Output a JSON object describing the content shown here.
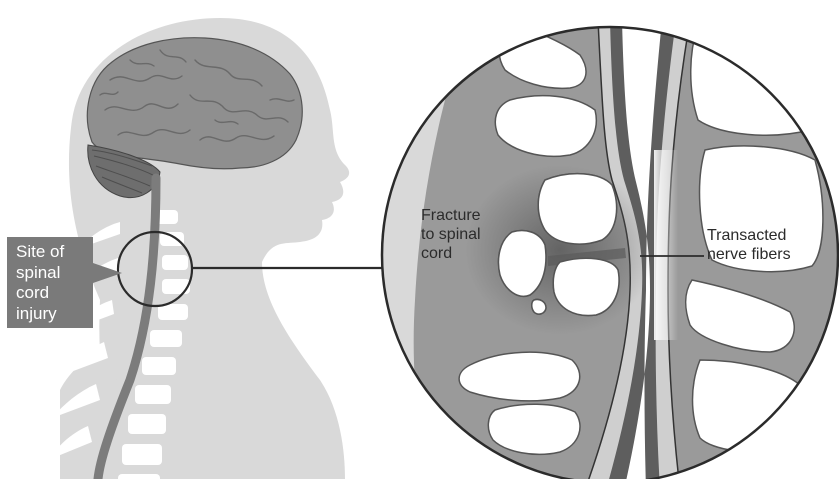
{
  "labels": {
    "injury_site": "Site of\nspinal\ncord\ninjury",
    "fracture": "Fracture\nto spinal\ncord",
    "transected": "Transacted\nnerve fibers"
  },
  "colors": {
    "head_silhouette": "#d9d9d9",
    "brain": "#8f8f8f",
    "cerebellum": "#6e6e6e",
    "spinal_cord": "#7c7c7c",
    "vertebra": "#ffffff",
    "tissue_background": "#9a9a9a",
    "callout_box": "#7a7a7a",
    "line": "#333333"
  }
}
